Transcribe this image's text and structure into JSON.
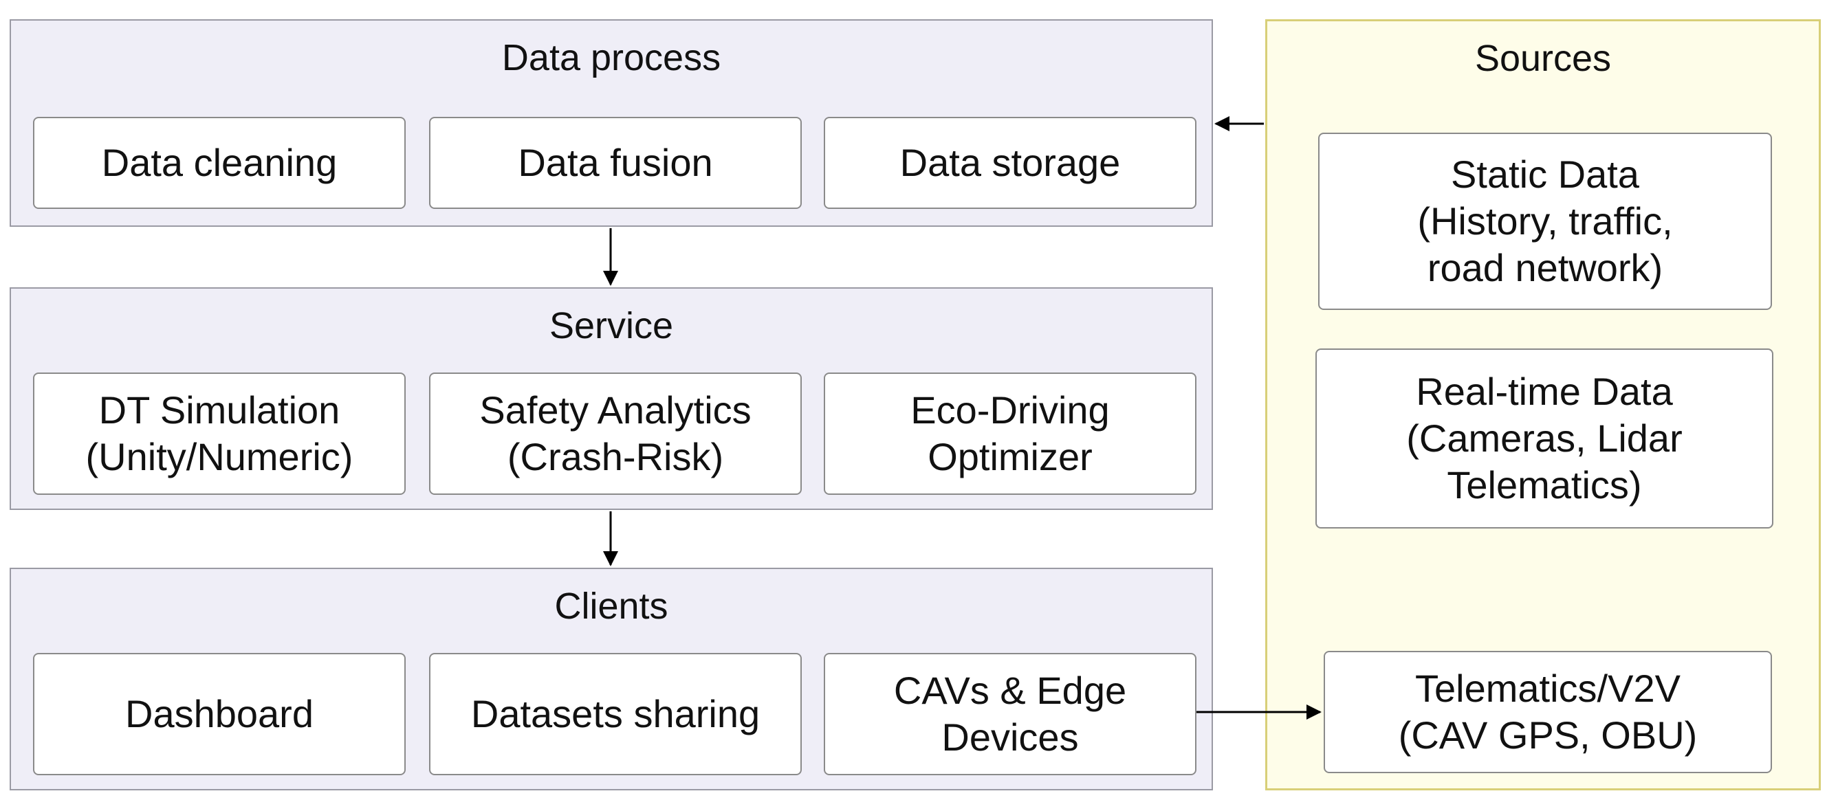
{
  "layers": {
    "data_process": {
      "title": "Data process",
      "items": [
        "Data cleaning",
        "Data fusion",
        "Data storage"
      ]
    },
    "service": {
      "title": "Service",
      "items": [
        "DT Simulation\n(Unity/Numeric)",
        "Safety Analytics\n(Crash-Risk)",
        "Eco-Driving\nOptimizer"
      ]
    },
    "clients": {
      "title": "Clients",
      "items": [
        "Dashboard",
        "Datasets sharing",
        "CAVs &  Edge\nDevices"
      ]
    }
  },
  "sources": {
    "title": "Sources",
    "items": [
      "Static Data\n(History, traffic,\nroad network)",
      "Real-time Data\n(Cameras, Lidar\nTelematics)",
      "Telematics/V2V\n(CAV GPS, OBU)"
    ]
  },
  "colors": {
    "layer_fill": "#efeef7",
    "layer_border": "#9a9aa4",
    "sources_fill": "#fefde9",
    "sources_border": "#d8cf78",
    "box_fill": "#ffffff",
    "arrow": "#000000"
  }
}
